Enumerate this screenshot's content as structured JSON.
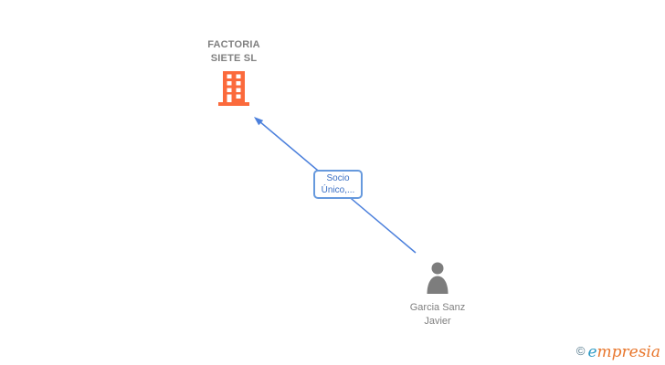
{
  "diagram": {
    "company": {
      "name": "FACTORIA SIETE SL"
    },
    "relationship": {
      "label": "Socio Único,..."
    },
    "person": {
      "name": "Garcia Sanz Javier"
    }
  },
  "footer": {
    "copyright_symbol": "©",
    "brand_first_letter": "e",
    "brand_rest": "mpresia"
  },
  "colors": {
    "building_icon_orange": "#fb6a3c",
    "person_icon_gray": "#7d7d7d",
    "edge_blue": "#4c80dc",
    "label_border_blue": "#6699dd",
    "label_text_blue": "#3a6fc4",
    "node_text_gray": "#808080",
    "logo_copyright_teal": "#53788c",
    "logo_blue": "#2e9ac4",
    "logo_orange": "#e8762c"
  }
}
